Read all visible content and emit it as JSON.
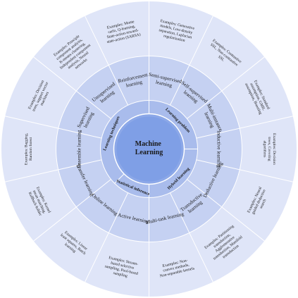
{
  "center": {
    "lines": [
      "Machine",
      "Learning"
    ]
  },
  "categories": [
    {
      "label": "Learning problem",
      "start": 270,
      "end": 360,
      "mid": 315
    },
    {
      "label": "Hybrid learning",
      "start": 0,
      "end": 90,
      "mid": 45
    },
    {
      "label": "Statistical inference",
      "start": 90,
      "end": 135,
      "mid": 112.5
    },
    {
      "label": "Learning techniques",
      "start": 135,
      "end": 270,
      "mid": 202.5
    }
  ],
  "methods": [
    {
      "label": [
        "Supervised",
        "learning"
      ],
      "examples": [
        "Examples: Decision",
        "trees, support vector",
        "machines"
      ]
    },
    {
      "label": [
        "Unsupervised",
        "learning"
      ],
      "examples": [
        "Examples: Principle",
        "component analysis,",
        "K-means clustering,",
        "Independent component",
        "analysis, Neural",
        "networks"
      ]
    },
    {
      "label": [
        "Reinforcement",
        "learning"
      ],
      "examples": [
        "Examples: Monte",
        "carlo, Q-learning,",
        "State-action-reward-",
        "state-action (SARSA)"
      ]
    },
    {
      "label": [
        "Semi-supervised",
        "learning"
      ],
      "examples": [
        "Examples: Generative",
        "models, Low-density",
        "separation, Laplacian",
        "regularization"
      ]
    },
    {
      "label": [
        "Self-supervised",
        "learning"
      ],
      "examples": [
        "Examples: Contrastive",
        "SSL, Non-contrastive",
        "SSL"
      ]
    },
    {
      "label": [
        "Multi-instance",
        "learning"
      ],
      "examples": [
        "Examples: Standard",
        "assumption, GMIL",
        "assumption, Boosting"
      ]
    },
    {
      "label": [
        "Inductive learning"
      ],
      "examples": [
        "Examples: Decision",
        "trees, Covering",
        "algorithms"
      ]
    },
    {
      "label": [
        "Deductive learning"
      ],
      "examples": [
        "Examples: Neural",
        "guided deductive",
        "search"
      ]
    },
    {
      "label": [
        "Transductive",
        "learning"
      ],
      "examples": [
        "Examples: Partitioning",
        "transduction,",
        "Agglomerative",
        "transduction, Manifold",
        "transduction"
      ]
    },
    {
      "label": [
        "Multi-task learning"
      ],
      "examples": [
        "Examples: Non-",
        "convex methods,",
        "Non-separable kernels"
      ]
    },
    {
      "label": [
        "Active learning"
      ],
      "examples": [
        "Examples: Stream-",
        "based selective",
        "sampling, Pool-based",
        "sampling"
      ]
    },
    {
      "label": [
        "Online learning"
      ],
      "examples": [
        "Examples: Linear",
        "least squares, Batch",
        "learning"
      ]
    },
    {
      "label": [
        "Transfer learning"
      ],
      "examples": [
        "Examples: Kernel",
        "mean matching,",
        "Kullback-leibler"
      ]
    },
    {
      "label": [
        "Ensemble learning"
      ],
      "examples": [
        "Examples: Bagging,",
        "Random forest"
      ]
    }
  ],
  "colors": {
    "outer_ring": "#dfe5f8",
    "middle_ring": "#c5d1f2",
    "inner_ring": "#a9bcec",
    "center_outer": "#8ca8e8",
    "center_inner": "#7f9fe6",
    "divider": "#ffffff"
  }
}
